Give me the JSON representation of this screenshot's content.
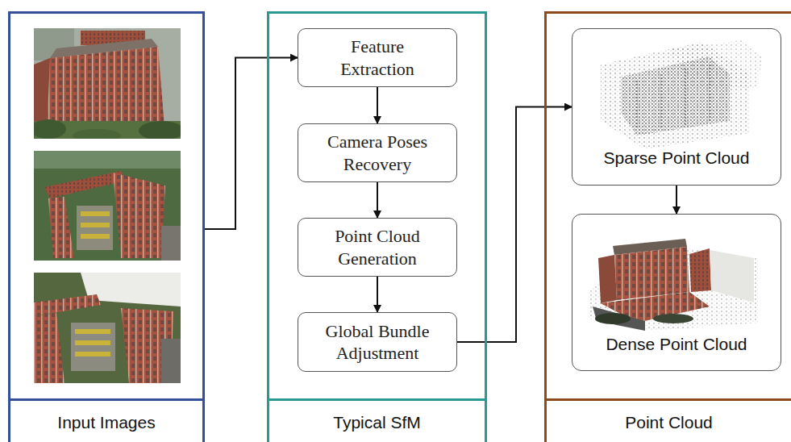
{
  "diagram": {
    "nodes": [
      {
        "text": [
          "Input Images"
        ]
      },
      {
        "text": [
          "Typical SfM"
        ]
      },
      {
        "text": [
          "Feature Extraction"
        ],
        "in": 1
      },
      {
        "text": [
          "Camera Poses Recovery"
        ],
        "in": 1
      },
      {
        "text": [
          "Point Cloud Generation"
        ],
        "in": 1
      },
      {
        "text": [
          "Global Bundle Adjustment"
        ],
        "in": 1
      },
      {
        "text": [
          "Point Cloud"
        ]
      },
      {
        "text": [
          "Sparse Point Cloud"
        ],
        "in": 6
      },
      {
        "text": [
          "Dense Point Cloud"
        ],
        "in": 6
      }
    ],
    "edges": [
      {
        "from": 0,
        "to": 2,
        "arrow": "to"
      },
      {
        "from": 2,
        "to": 3,
        "arrow": "to"
      },
      {
        "from": 3,
        "to": 4,
        "arrow": "to"
      },
      {
        "from": 4,
        "to": 5,
        "arrow": "to"
      },
      {
        "from": 5,
        "to": 7,
        "arrow": "to"
      },
      {
        "from": 7,
        "to": 8,
        "arrow": "to"
      }
    ]
  }
}
